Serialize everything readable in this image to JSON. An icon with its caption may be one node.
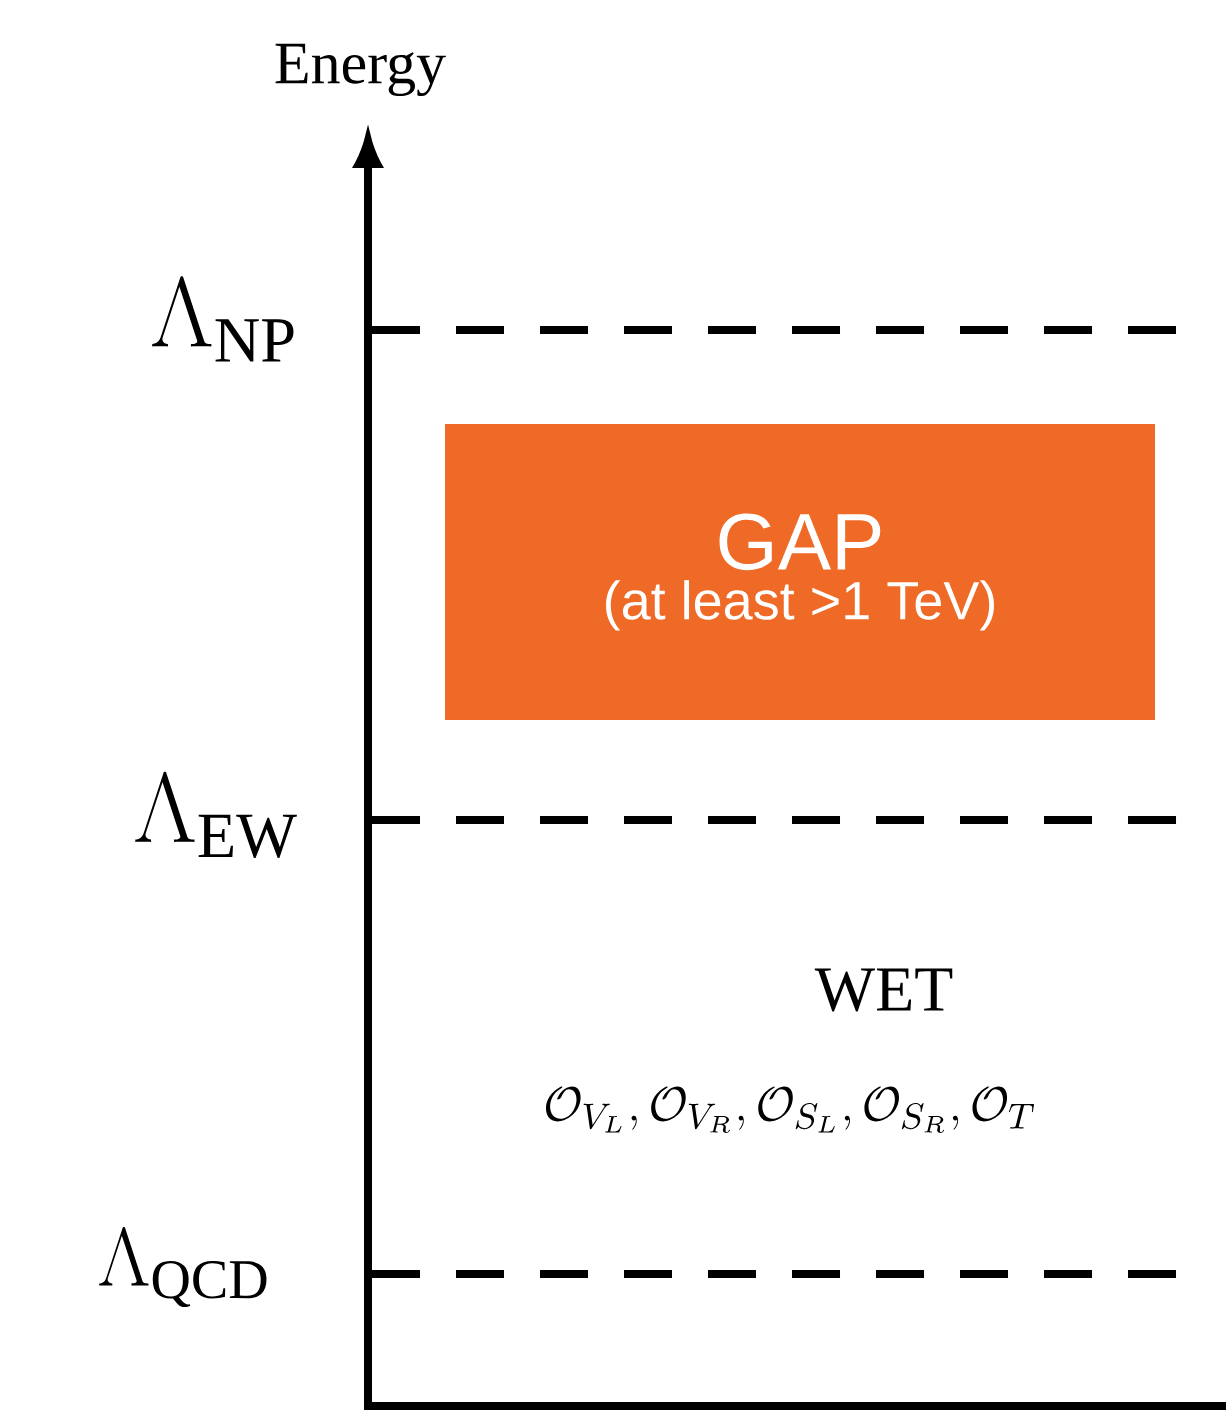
{
  "diagram": {
    "nodes": [
      {
        "text": [
          "GAP",
          "(at least >1 TeV)"
        ]
      }
    ],
    "labels": [
      "Energy",
      "\\Lambda_{\\mathrm{NP}}",
      "\\Lambda_{\\mathrm{EW}}",
      "WET",
      "\\mathcal{O}_{V_L}, \\mathcal{O}_{V_R}, \\mathcal{O}_{S_L}, \\mathcal{O}_{S_R}, \\mathcal{O}_T",
      "\\Lambda_{\\mathrm{QCD}}"
    ]
  }
}
